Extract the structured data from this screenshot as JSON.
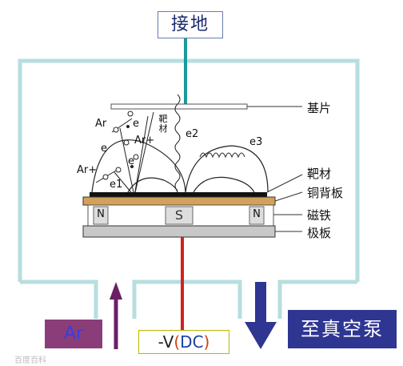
{
  "diagram": {
    "ground": "接地",
    "substrate": "基片",
    "target": "靶材",
    "copper_back_plate": "铜背板",
    "magnet": "磁铁",
    "base_plate": "极板",
    "magnet_n": "N",
    "magnet_s": "S",
    "argon": "Ar",
    "power_prefix": "-V",
    "power_open": "(",
    "power_dc": "DC",
    "power_close": ")",
    "vacuum_pump": "至真空泵",
    "ann_ar_top": "Ar",
    "ann_e_top": "e",
    "ann_e_left": "e",
    "ann_ar_plus_mid": "Ar+",
    "ann_target_small": "靶材",
    "ann_e2": "e2",
    "ann_e3": "e3",
    "ann_ar_plus_low": "Ar+",
    "ann_e_low": "e",
    "ann_e1": "e1",
    "watermark": "百度百科"
  },
  "colors": {
    "frame": "#b7dede",
    "ground_wire": "#1a9a9a",
    "power_wire": "#d42020",
    "ar_arrow": "#6b1f66",
    "pump_arrow": "#2e3692",
    "copper": "#d4a15a",
    "base_plate": "#c8c8c8"
  }
}
